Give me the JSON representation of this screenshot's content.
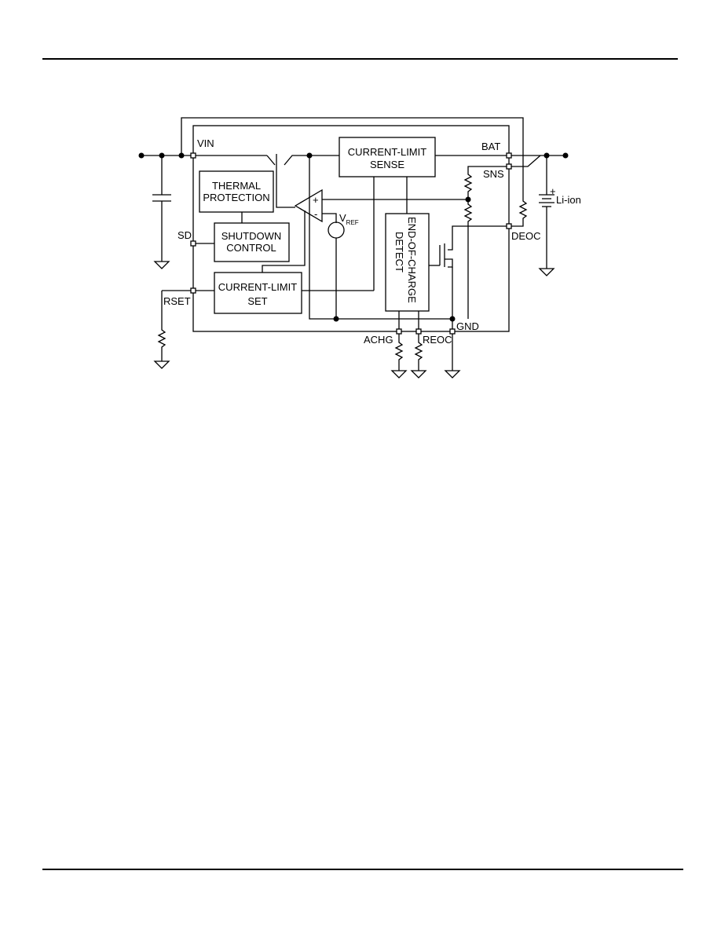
{
  "blocks": {
    "current_limit_sense": [
      "CURRENT-LIMIT",
      "SENSE"
    ],
    "thermal_protection": [
      "THERMAL",
      "PROTECTION"
    ],
    "shutdown_control": [
      "SHUTDOWN",
      "CONTROL"
    ],
    "current_limit_set": [
      "CURRENT-LIMIT",
      "SET"
    ],
    "end_of_charge_detect": [
      "END-OF-CHARGE",
      "DETECT"
    ]
  },
  "pins": {
    "vin": "VIN",
    "bat": "BAT",
    "sns": "SNS",
    "sd": "SD",
    "rset": "RSET",
    "deoc": "DEOC",
    "achg": "ACHG",
    "reoc": "REOC",
    "gnd": "GND"
  },
  "vref": {
    "main": "V",
    "sub": "REF"
  },
  "battery_label": "Li-ion",
  "opamp": {
    "plus": "+",
    "minus": "-"
  },
  "battery_plus": "+"
}
